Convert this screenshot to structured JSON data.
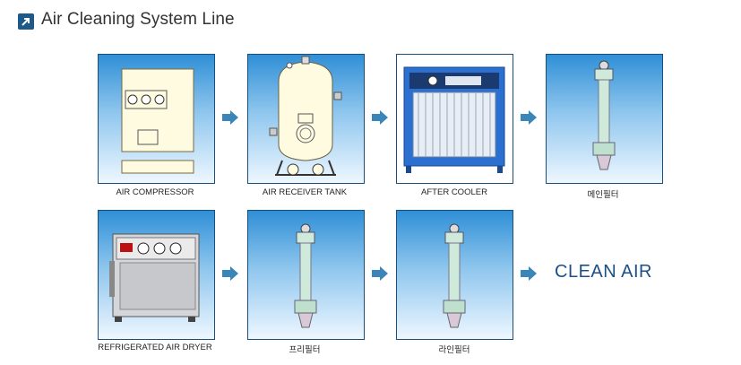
{
  "header": {
    "title": "Air Cleaning System Line",
    "icon": "arrow-up-right-icon"
  },
  "steps": [
    {
      "label": "AIR COMPRESSOR"
    },
    {
      "label": "AIR RECEIVER TANK"
    },
    {
      "label": "AFTER COOLER"
    },
    {
      "label": "메인필터"
    },
    {
      "label": "REFRIGERATED AIR DRYER"
    },
    {
      "label": "프리필터"
    },
    {
      "label": "라인필터"
    }
  ],
  "result": {
    "label": "CLEAN AIR"
  },
  "colors": {
    "accent": "#1d5a8a",
    "arrow": "#3a86b8",
    "clean_text": "#1c4f8a"
  }
}
